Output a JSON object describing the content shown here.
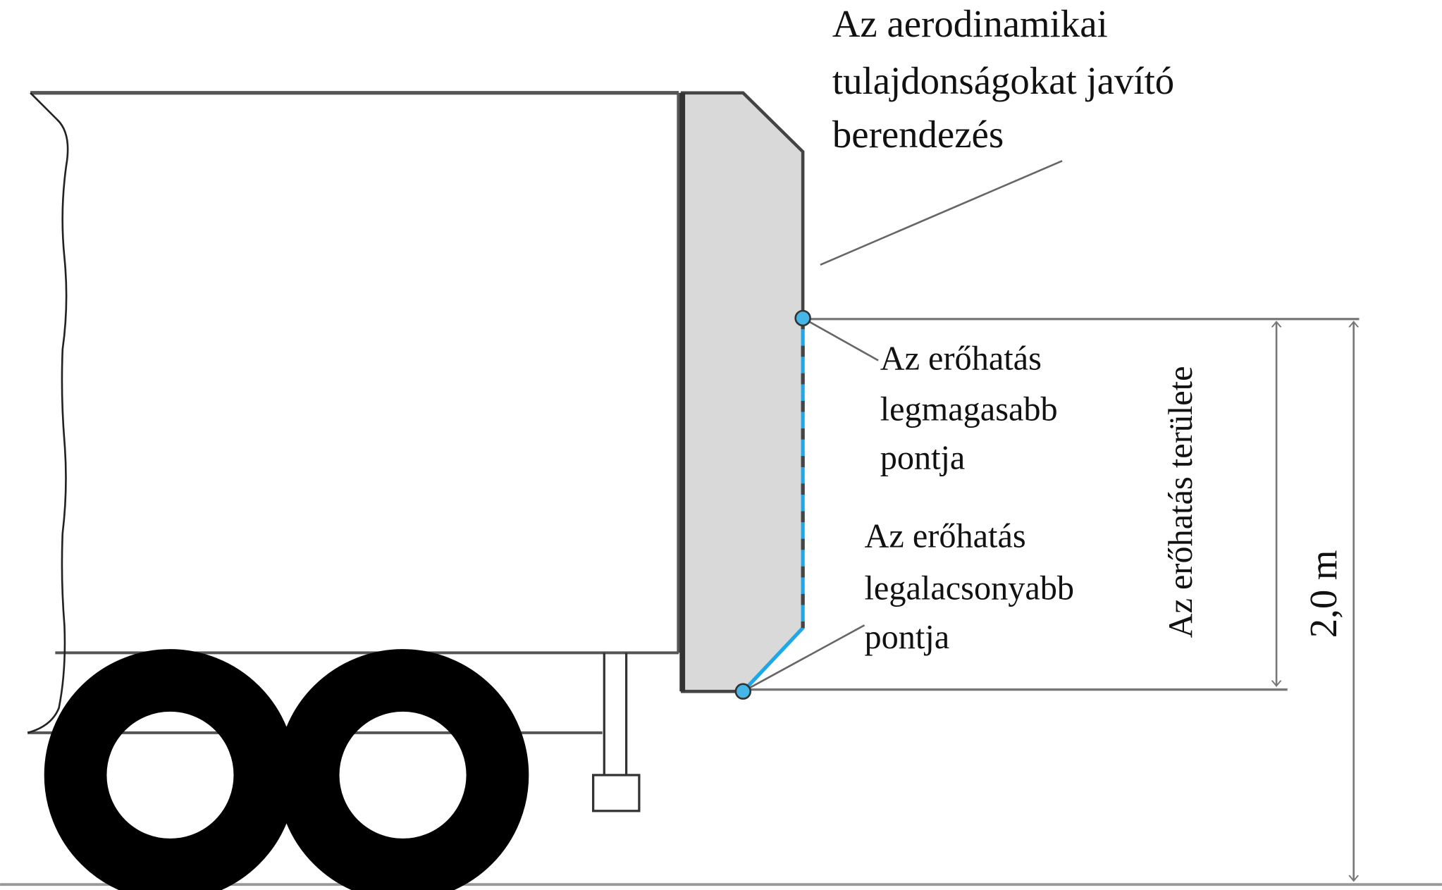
{
  "device_label": [
    "Az aerodinamikai",
    "tulajdonságokat javító",
    "berendezés"
  ],
  "highest_point_label": [
    "Az erőhatás",
    "legmagasabb",
    "pontja"
  ],
  "lowest_point_label": [
    "Az erőhatás",
    "legalacsonyabb",
    "pontja"
  ],
  "force_area_label": "Az erőhatás területe",
  "height_dimension_label": "2,0 m",
  "colors": {
    "device_fill": "#d9d9d9",
    "outline": "#404040",
    "accent_blue": "#1fa8e8",
    "point_fill": "#45b6e6"
  }
}
